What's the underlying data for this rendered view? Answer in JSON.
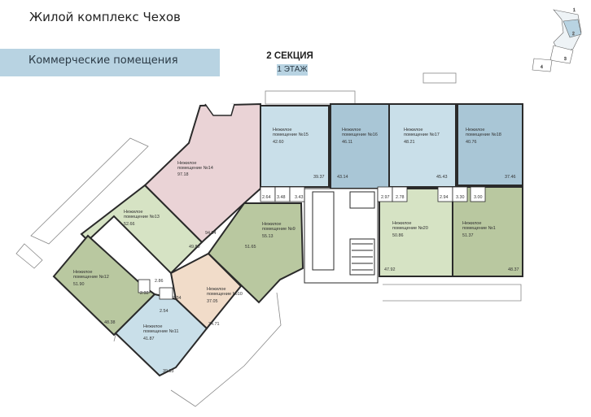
{
  "header": {
    "title": "Жилой комплекс Чехов",
    "banner": "Коммерческие помещения",
    "section": "2 СЕКЦИЯ",
    "floor": "1 ЭТАЖ"
  },
  "minimap": {
    "labels": [
      "1",
      "2",
      "3",
      "4"
    ]
  },
  "colors": {
    "pink": "#ead3d6",
    "blue": "#c9dfe9",
    "blue_dark": "#a9c6d6",
    "green": "#d6e3c4",
    "olive": "#b9c8a0",
    "peach": "#f1dcc9",
    "wall": "#2a2a2a"
  },
  "rooms": {
    "r14": {
      "name1": "Нежилое",
      "name2": "помещение №14",
      "main": "97.18",
      "areas": [
        "94.54",
        "2.64"
      ]
    },
    "r15": {
      "name1": "Нежилое",
      "name2": "помещение №15",
      "main": "42.60",
      "areas": [
        "39.37",
        "3.48",
        "3.43"
      ]
    },
    "r16": {
      "name1": "Нежилое",
      "name2": "помещение №16",
      "main": "46.11",
      "areas": [
        "43.14",
        "2.97"
      ]
    },
    "r17": {
      "name1": "Нежилое",
      "name2": "помещение №17",
      "main": "48.21",
      "areas": [
        "45.43",
        "2.78"
      ]
    },
    "r18": {
      "name1": "Нежилое",
      "name2": "помещение №18",
      "main": "40.76",
      "areas": [
        "37.46",
        "3.30"
      ]
    },
    "r13": {
      "name1": "Нежилое",
      "name2": "помещение №13",
      "main": "52.66",
      "areas": [
        "49.80",
        "2.86"
      ]
    },
    "r9": {
      "name1": "Нежилое",
      "name2": "помещение №9",
      "main": "55.13",
      "areas": [
        "51.65"
      ]
    },
    "r20": {
      "name1": "Нежилое",
      "name2": "помещение №20",
      "main": "50.86",
      "areas": [
        "47.92",
        "2.94"
      ]
    },
    "r1": {
      "name1": "Нежилое",
      "name2": "помещение №1",
      "main": "51.37",
      "areas": [
        "48.37",
        "3.00"
      ]
    },
    "r12": {
      "name1": "Нежилое",
      "name2": "помещение №12",
      "main": "51.90",
      "areas": [
        "48.38",
        "2.92"
      ]
    },
    "r10": {
      "name1": "Нежилое",
      "name2": "помещение №10",
      "main": "37.05",
      "areas": [
        "34.71",
        "2.34"
      ]
    },
    "r11": {
      "name1": "Нежилое",
      "name2": "помещение №11",
      "main": "41.87",
      "areas": [
        "39.33",
        "2.54"
      ]
    }
  }
}
